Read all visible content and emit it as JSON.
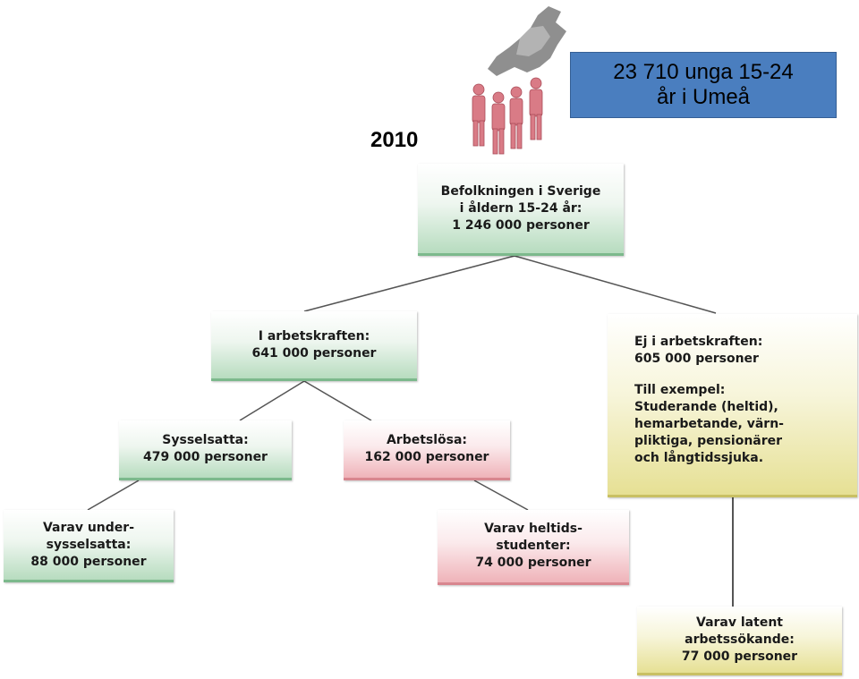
{
  "year": "2010",
  "headline": {
    "line1": "23 710 unga 15-24",
    "line2": "år i Umeå"
  },
  "nodes": {
    "root": {
      "lines": [
        "Befolkningen i Sverige",
        "i åldern 15-24 år:",
        "1 246 000 personer"
      ]
    },
    "labor_force": {
      "lines": [
        "I arbetskraften:",
        "641 000 personer"
      ]
    },
    "not_labor_force": {
      "lines": [
        "Ej i arbetskraften:",
        "605 000 personer"
      ],
      "example_lines": [
        "Till exempel:",
        "Studerande (heltid),",
        "hemarbetande, värn-",
        "pliktiga, pensionärer",
        "och långtidssjuka."
      ]
    },
    "employed": {
      "lines": [
        "Sysselsatta:",
        "479 000 personer"
      ]
    },
    "unemployed": {
      "lines": [
        "Arbetslösa:",
        "162 000 personer"
      ]
    },
    "underemployed": {
      "lines": [
        "Varav under-",
        "sysselsatta:",
        "88 000 personer"
      ]
    },
    "fulltime_students": {
      "lines": [
        "Varav heltids-",
        "studenter:",
        "74 000 personer"
      ]
    },
    "latent_jobseekers": {
      "lines": [
        "Varav latent",
        "arbetssökande:",
        "77 000 personer"
      ]
    }
  },
  "colors": {
    "green": "#b7dcbf",
    "red": "#efb3b9",
    "yellow": "#e6e094",
    "headline_bg": "#4a7ebf"
  }
}
